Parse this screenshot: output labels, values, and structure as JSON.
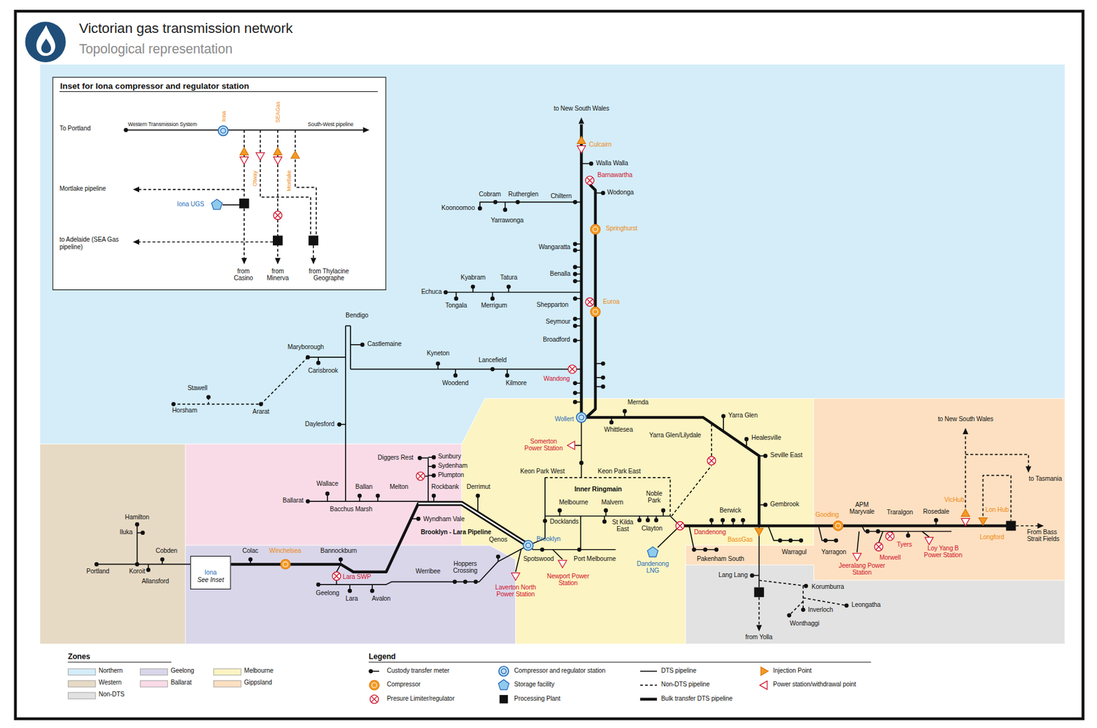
{
  "diagram": {
    "title": "Victorian gas transmission network",
    "nodes": [
      {
        "text": [
          "Inset for Iona compressor and regulator station"
        ]
      },
      {
        "text": [
          "Iona",
          "See Inset"
        ]
      }
    ],
    "labels": [
      "Topological representation",
      "To Portland",
      "Western Transmission System",
      "Iona",
      "SEAGas",
      "South-West pipeline",
      "Otway",
      "Mortlake",
      "Mortlake pipeline",
      "Iona UGS",
      "to Adelaide (SEA Gas pipeline)",
      "from Casino",
      "from Minerva",
      "from Thylacine Geographe",
      "to New South Wales",
      "Culcairn",
      "Walla Walla",
      "Barnawartha",
      "Wodonga",
      "Cobram",
      "Rutherglen",
      "Chiltern",
      "Koonoomoo",
      "Yarrawonga",
      "Springhurst",
      "Wangaratta",
      "Benalla",
      "Kyabram",
      "Tatura",
      "Echuca",
      "Tongala",
      "Merrigum",
      "Shepparton",
      "Euroa",
      "Seymour",
      "Broadford",
      "Bendigo",
      "Castlemaine",
      "Maryborough",
      "Kyneton",
      "Lancefield",
      "Carisbrook",
      "Wandong",
      "Woodend",
      "Kilmore",
      "Stawell",
      "Horsham",
      "Ararat",
      "Mernda",
      "Yarra Glen",
      "Wollert",
      "Whittlesea",
      "Daylesford",
      "Yarra Glen/Lilydale",
      "Healesville",
      "Somerton Power Station",
      "Diggers Rest",
      "Sunbury",
      "Sydenham",
      "Plumpton",
      "Seville East",
      "Keon Park West",
      "Keon Park East",
      "Inner Ringmain",
      "Wallace",
      "Ballan",
      "Melton",
      "Rockbank",
      "Derrimut",
      "Gembrook",
      "Ballarat",
      "Bacchus Marsh",
      "Melbourne",
      "Malvern",
      "Noble Park",
      "Berwick",
      "APM Maryvale",
      "Traralgon",
      "Rosedale",
      "VicHub",
      "Lon Hub",
      "Wyndham Vale",
      "Docklands",
      "St Kilda East",
      "Clayton",
      "Dandenong",
      "Gooding",
      "Longford",
      "From Bass Strait Fields",
      "Brooklyn - Lara Pipeline",
      "Brooklyn",
      "Qenos",
      "BassGas",
      "Hamilton",
      "Iluka",
      "Cobden",
      "Colac",
      "Winchelsea",
      "Bannockburn",
      "Tyers",
      "Loy Yang B Power Station",
      "Morwell",
      "Warragul",
      "Yarragon",
      "Pakenham South",
      "Portland",
      "Koroit",
      "Spotswood",
      "Port Melbourne",
      "Werribee",
      "Hoppers Crossing",
      "Allansford",
      "Lara SWP",
      "Jeeralang Power Station",
      "Newport Power Station",
      "Lang Lang",
      "Korumburra",
      "Laverton North Power Station",
      "Geelong",
      "Lara",
      "Avalon",
      "Leongatha",
      "Inverloch",
      "Wonthaggi",
      "from Yolla",
      "Dandenong LNG",
      "Zones",
      "Legend",
      "to New South Wales",
      "to Tasmania"
    ],
    "legend": [
      {
        "text": "Northern",
        "color": "#d4edf9"
      },
      {
        "text": "Geelong",
        "color": "#d9d6ea"
      },
      {
        "text": "Melbourne",
        "color": "#fcf4c2"
      },
      {
        "text": "Western",
        "color": "#e7dac5"
      },
      {
        "text": "Ballarat",
        "color": "#f9dbe7"
      },
      {
        "text": "Gippsland",
        "color": "#fde0c1"
      },
      {
        "text": "Non-DTS",
        "color": "#e2e2e2"
      },
      {
        "text": "Custody transfer meter"
      },
      {
        "text": "Compressor"
      },
      {
        "text": "Presure Limiter/regulator"
      },
      {
        "text": "Compressor and regulator station"
      },
      {
        "text": "Storage facility"
      },
      {
        "text": "Processing Plant"
      },
      {
        "text": "DTS pipeline"
      },
      {
        "text": "Non-DTS pipeline"
      },
      {
        "text": "Bulk transfer DTS pipeline"
      },
      {
        "text": "Injection Point"
      },
      {
        "text": "Power station/withdrawal point"
      }
    ]
  }
}
